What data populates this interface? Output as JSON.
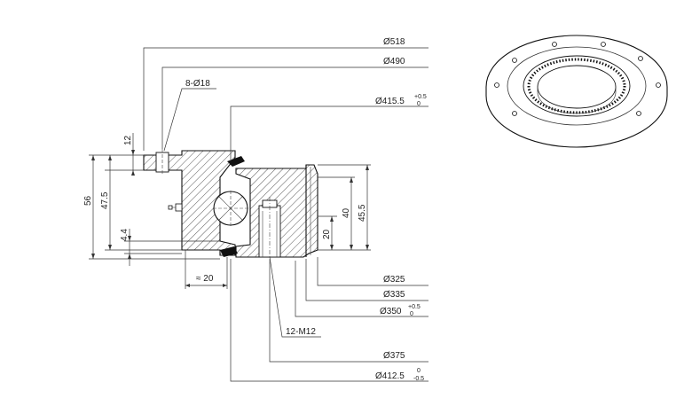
{
  "right_dims": [
    {
      "label": "Ø518"
    },
    {
      "label": "Ø490"
    },
    {
      "label": "Ø415.5",
      "tol_upper": "+0.5",
      "tol_lower": "0"
    },
    {
      "label": "Ø325"
    },
    {
      "label": "Ø335"
    },
    {
      "label": "Ø350",
      "tol_upper": "+0.5",
      "tol_lower": "0"
    },
    {
      "label": "Ø375"
    },
    {
      "label": "Ø412.5",
      "tol_upper": "0",
      "tol_lower": "-0.5"
    }
  ],
  "callouts": {
    "holes": "8-Ø18",
    "threads": "12-M12",
    "width": "≈ 20"
  },
  "left_dims": [
    "56",
    "47.5",
    "12",
    "4.4"
  ],
  "inner_dims": [
    "40",
    "45.5",
    "20"
  ],
  "colors": {
    "line": "#111111",
    "hatch": "#333333",
    "seal": "#111111"
  }
}
